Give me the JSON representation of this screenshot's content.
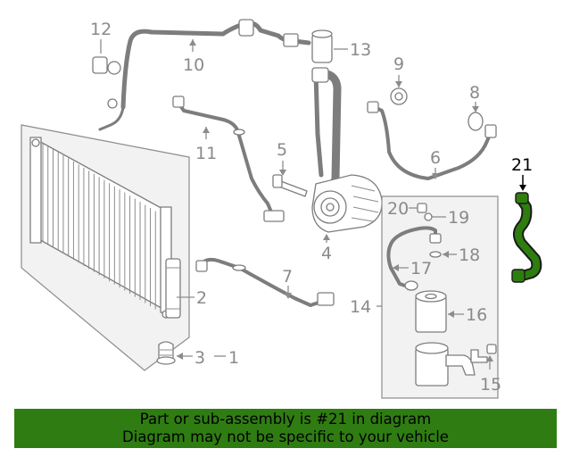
{
  "callouts": {
    "c1": "1",
    "c2": "2",
    "c3": "3",
    "c4": "4",
    "c5": "5",
    "c6": "6",
    "c7": "7",
    "c8": "8",
    "c9": "9",
    "c10": "10",
    "c11": "11",
    "c12": "12",
    "c13": "13",
    "c14": "14",
    "c15": "15",
    "c16": "16",
    "c17": "17",
    "c18": "18",
    "c19": "19",
    "c20": "20",
    "c21": "21"
  },
  "highlight_part": "21",
  "colors": {
    "highlight_part": "#2e7d0f",
    "banner_background": "#2f7d12",
    "diagram_lines": "#8c8c8c"
  },
  "banner": {
    "line1": "Part or sub-assembly is #21 in diagram",
    "line2": "Diagram may not be specific to your vehicle"
  }
}
